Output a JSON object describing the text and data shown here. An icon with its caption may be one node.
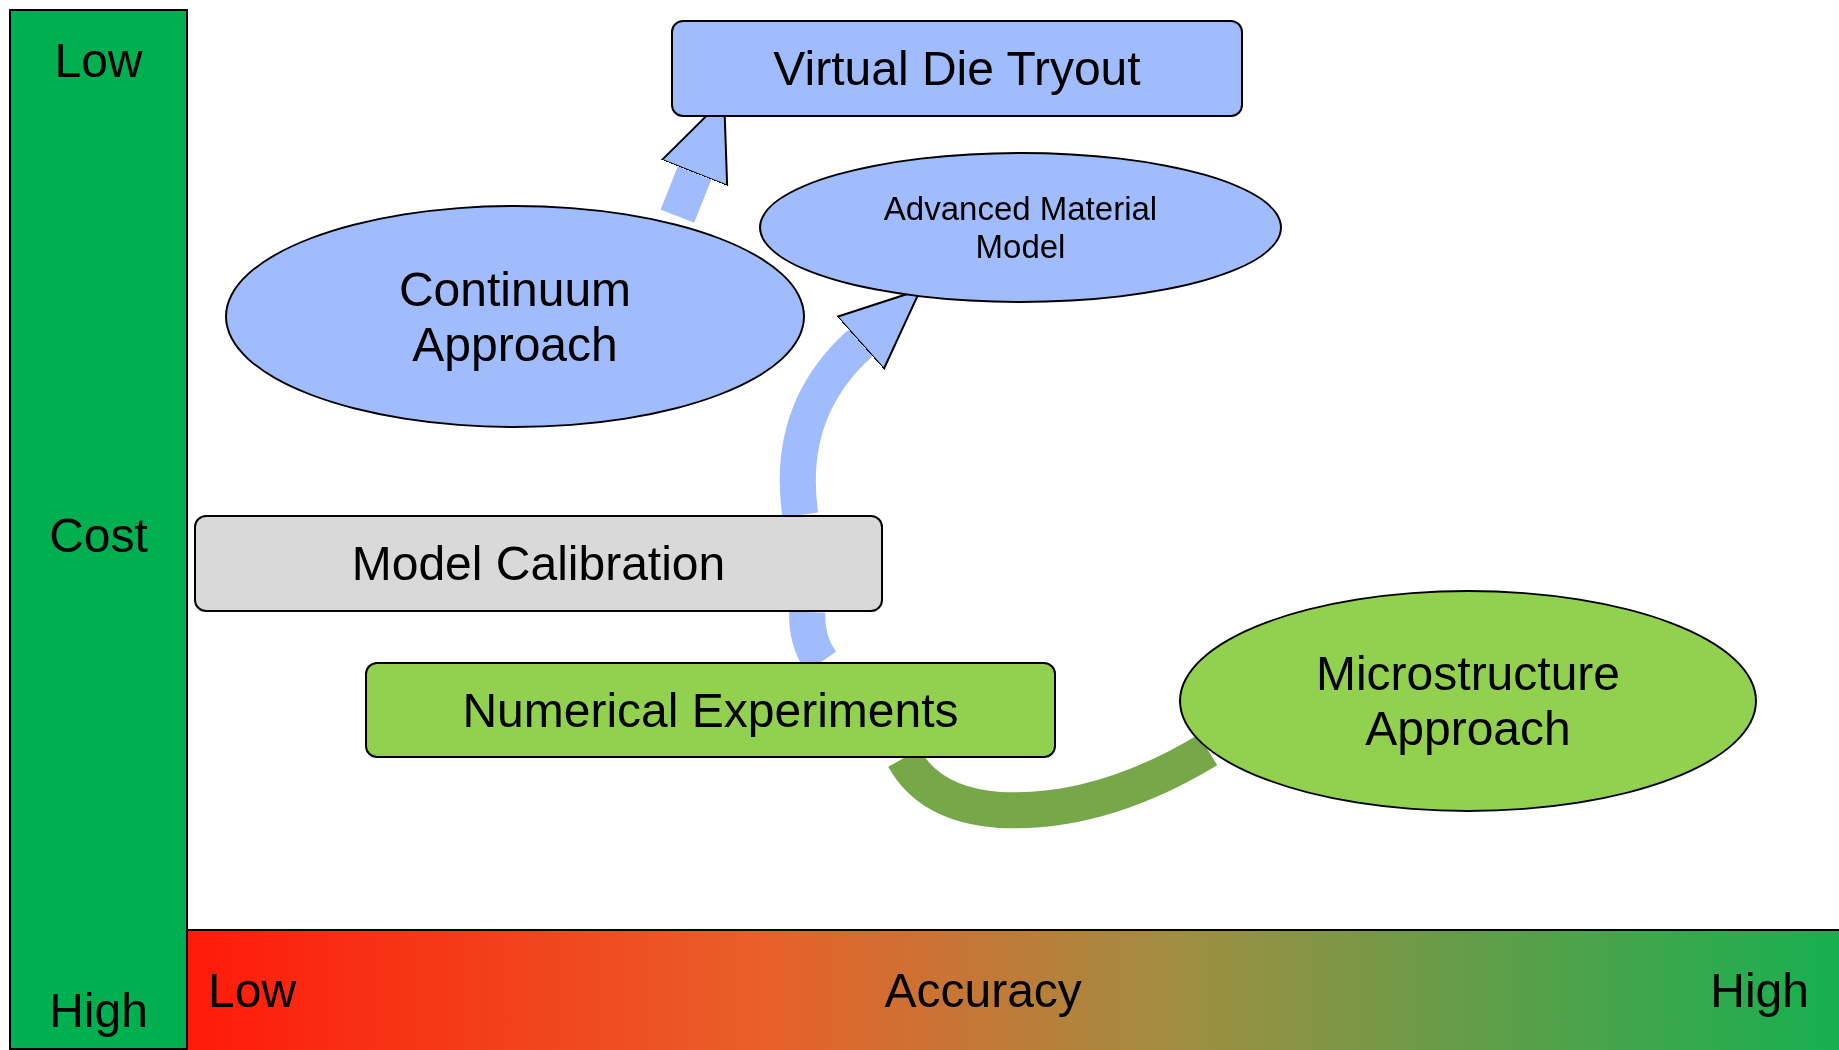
{
  "diagram": {
    "nodes": [
      {
        "text": [
          "Virtual Die Tryout"
        ]
      },
      {
        "text": [
          "Continuum Approach"
        ]
      },
      {
        "text": [
          "Advanced Material Model"
        ]
      },
      {
        "text": [
          "Model Calibration"
        ]
      },
      {
        "text": [
          "Numerical Experiments"
        ]
      },
      {
        "text": [
          "Microstructure Approach"
        ]
      },
      {
        "text": [
          "Low",
          "Cost",
          "High"
        ]
      },
      {
        "text": [
          "Low",
          "Accuracy",
          "High"
        ]
      }
    ],
    "edges": [
      {
        "from": 1,
        "to": 0,
        "arrow": "to"
      },
      {
        "from": 5,
        "to": 4,
        "arrow": "none",
        "color": "#76a84a"
      },
      {
        "from": 4,
        "to": 3,
        "arrow": "none"
      },
      {
        "from": 3,
        "to": 2,
        "arrow": "to"
      }
    ]
  }
}
